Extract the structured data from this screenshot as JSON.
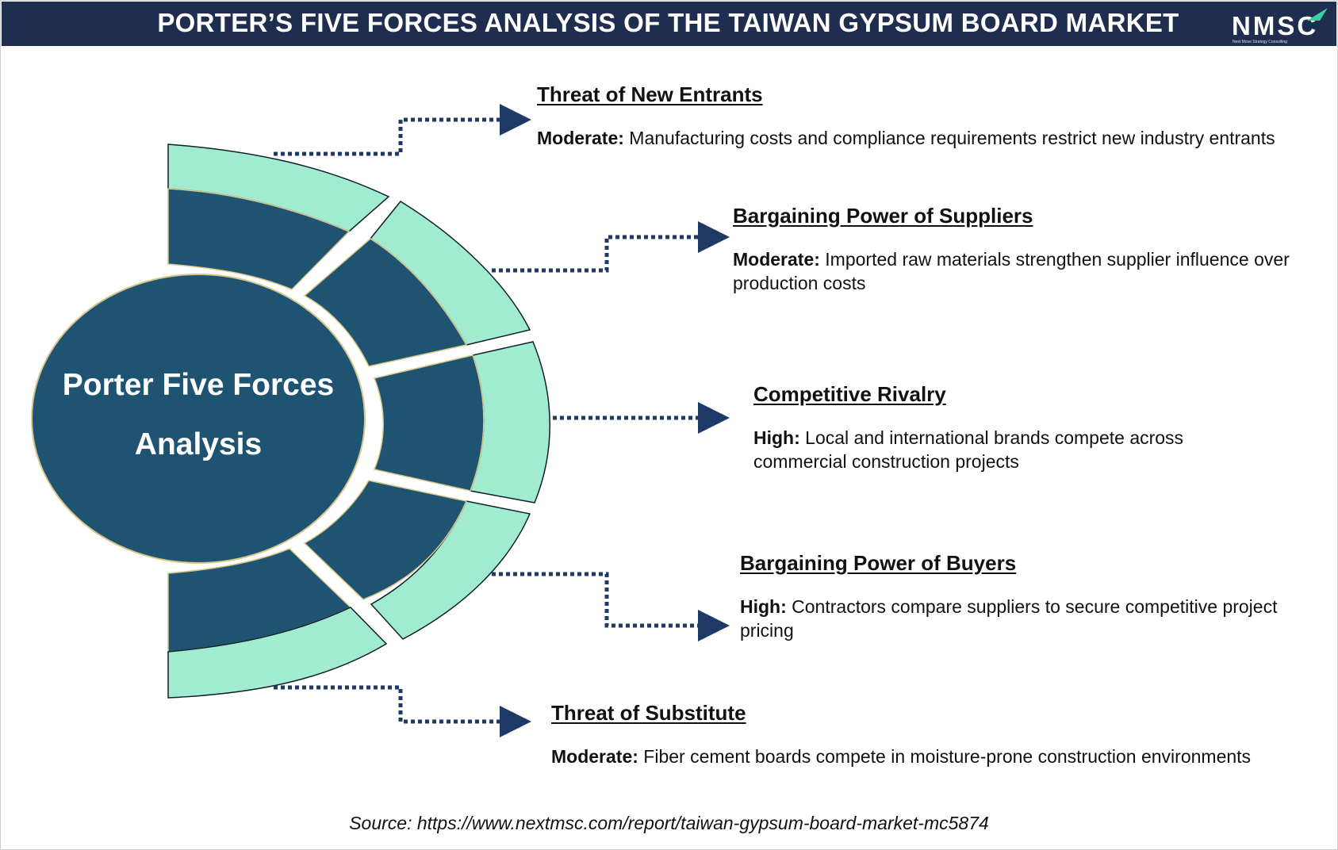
{
  "header": {
    "title": "PORTER’S FIVE FORCES ANALYSIS OF THE TAIWAN GYPSUM BOARD MARKET",
    "logo_text": "NMSC",
    "logo_subtext": "Next Move Strategy Consulting"
  },
  "center": {
    "line1": "Porter Five Forces",
    "line2": "Analysis"
  },
  "forces": [
    {
      "title": "Threat of New Entrants",
      "level": "Moderate:",
      "description": " Manufacturing costs and compliance requirements restrict new industry entrants"
    },
    {
      "title": "Bargaining Power of Suppliers",
      "level": "Moderate:",
      "description": " Imported raw materials strengthen supplier influence over production costs"
    },
    {
      "title": "Competitive Rivalry",
      "level": "High:",
      "description": " Local and international brands compete across commercial construction projects"
    },
    {
      "title": "Bargaining Power of Buyers",
      "level": "High:",
      "description": " Contractors compare suppliers to secure competitive project pricing"
    },
    {
      "title": "Threat of Substitute",
      "level": "Moderate:",
      "description": " Fiber cement boards compete in moisture-prone construction environments"
    }
  ],
  "source": "Source: https://www.nextmsc.com/report/taiwan-gypsum-board-market-mc5874",
  "colors": {
    "header_bg": "#1f2d4e",
    "dark_segment": "#1e5472",
    "light_segment": "#a1ecd0",
    "connector": "#1f3a66"
  }
}
